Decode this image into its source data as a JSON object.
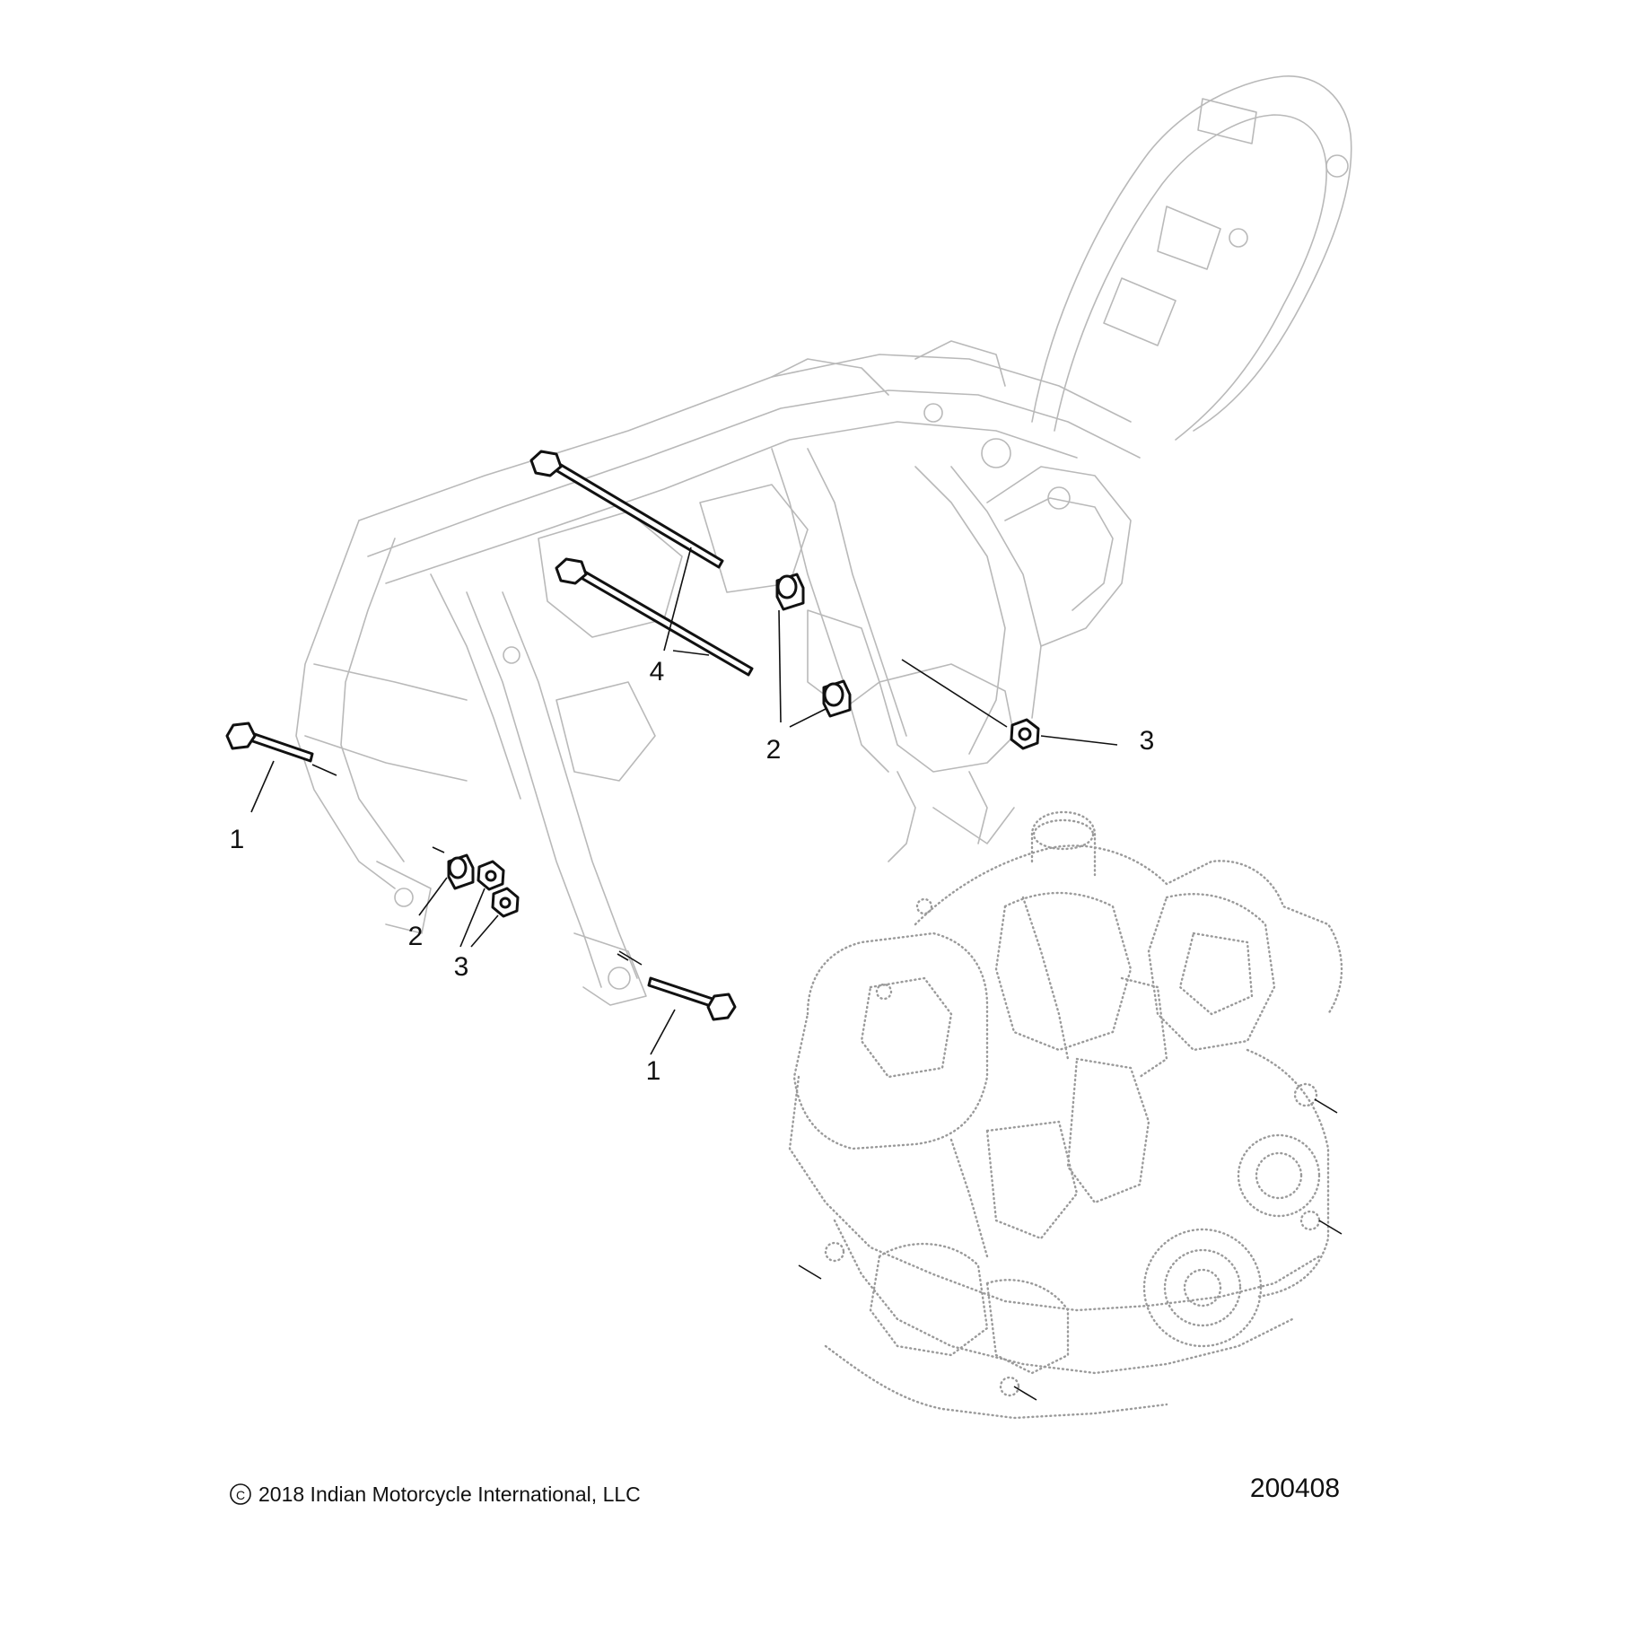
{
  "callouts": [
    {
      "label": "1"
    },
    {
      "label": "1"
    },
    {
      "label": "2"
    },
    {
      "label": "2"
    },
    {
      "label": "3"
    },
    {
      "label": "3"
    },
    {
      "label": "4"
    }
  ],
  "footer": {
    "copyright_symbol": "C",
    "copyright_text": "2018 Indian Motorcycle International, LLC",
    "drawing_number": "200408"
  }
}
